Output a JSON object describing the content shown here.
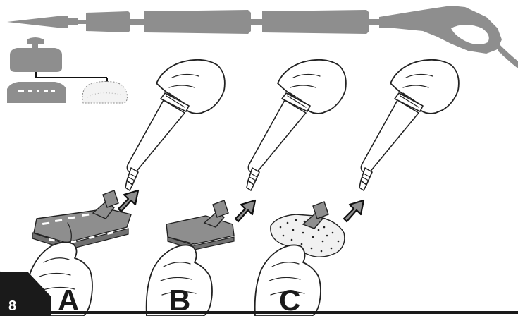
{
  "figure": {
    "step_number": "8",
    "panels": [
      {
        "id": "A",
        "label": "A",
        "attachment": "large-floor-brush"
      },
      {
        "id": "B",
        "label": "B",
        "attachment": "small-brush"
      },
      {
        "id": "C",
        "label": "C",
        "attachment": "small-brush-with-cloth"
      }
    ],
    "colors": {
      "part_grey": "#8e8e8e",
      "ink": "#1a1a1a",
      "background": "#ffffff"
    },
    "icons": [
      "hose-assembly-icon",
      "attachment-legend-icon",
      "push-arrow-icon"
    ]
  }
}
